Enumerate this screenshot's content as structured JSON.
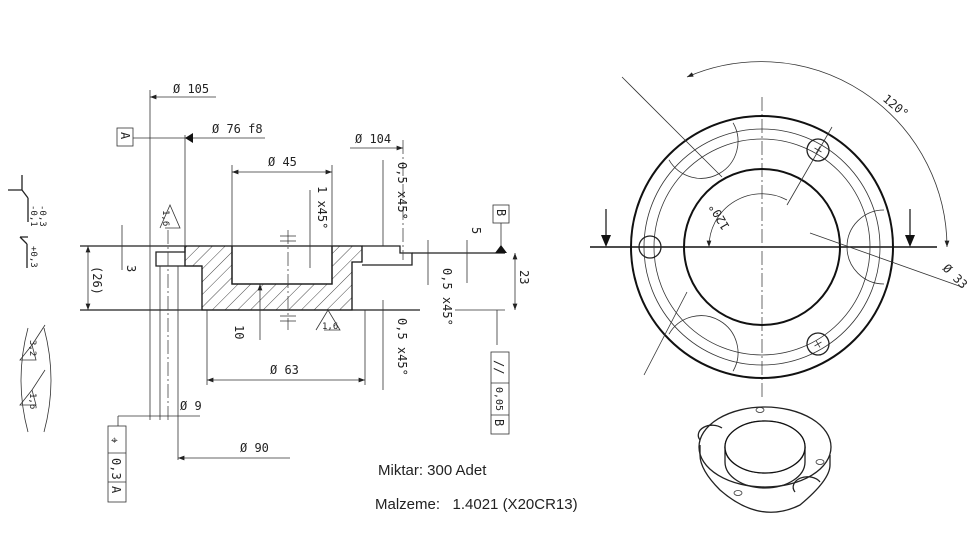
{
  "section_view": {
    "dims": {
      "d105": "Ø 105",
      "d76": "Ø 76 f8",
      "d104": "Ø 104",
      "d45": "Ø 45",
      "chamfer_1x45": "1 x45°",
      "chamfer_top": "0,5 x45°",
      "chamfer_mid": "0,5 x45°",
      "chamfer_bottom": "0,5 x45°",
      "h26": "(26)",
      "h3": "3",
      "h5": "5",
      "h23": "23",
      "h10": "10",
      "d63": "Ø 63",
      "d9": "Ø 9",
      "d90": "Ø 90"
    },
    "datum_a": "A",
    "datum_b": "B",
    "roughness_16a": "1,6",
    "roughness_16b": "1,6",
    "position_tolerance": {
      "symbol": "⌖",
      "value": "0,3",
      "datum": "A"
    },
    "parallelism_tolerance": {
      "symbol": "//",
      "value": "0,05",
      "datum": "B"
    }
  },
  "legend": {
    "tol_minus": "-0,1",
    "tol_minus2": "-0,3",
    "tol_plus": "+0,3",
    "roughness_general": "3,2",
    "roughness_special": "1,6"
  },
  "plan_view": {
    "angle_outer": "120°",
    "angle_inner": "120°",
    "d33": "Ø 33"
  },
  "notes": {
    "quantity": "Miktar: 300 Adet",
    "material": "Malzeme:   1.4021 (X20CR13)"
  }
}
